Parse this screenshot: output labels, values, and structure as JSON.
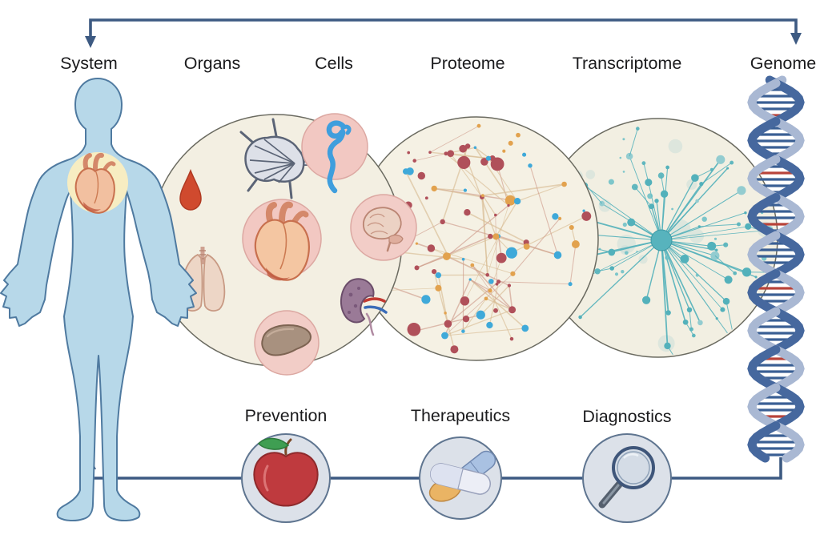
{
  "diagram": {
    "stages": [
      {
        "label": "System"
      },
      {
        "label": "Organs"
      },
      {
        "label": "Cells"
      },
      {
        "label": "Proteome"
      },
      {
        "label": "Transcriptome"
      },
      {
        "label": "Genome"
      }
    ],
    "applications": [
      {
        "label": "Prevention"
      },
      {
        "label": "Therapeutics"
      },
      {
        "label": "Diagnostics"
      }
    ],
    "icons": [
      "human-body-icon",
      "chest-heart-icon",
      "cell-icon",
      "blood-drop-icon",
      "vessel-icon",
      "heart-organ-icon",
      "brain-icon",
      "lungs-icon",
      "kidney-icon",
      "liver-icon",
      "proteome-network-icon",
      "transcriptome-network-icon",
      "dna-helix-icon",
      "apple-icon",
      "pills-icon",
      "magnifying-glass-icon",
      "arrow-icon"
    ],
    "colors": {
      "arrow": "#3d5a82",
      "body_fill": "#b7d8e9",
      "body_stroke": "#4f7aa0",
      "chest_circle": "#f7edc2",
      "organ_circle_fill": "#f3efe2",
      "inner_pink_circle": "#f2c8c2",
      "network_red": "#b0505a",
      "network_orange": "#e2a24e",
      "network_blue": "#3fa9d9",
      "network_edge": "#d9bd95",
      "network_teal": "#53b1bb",
      "dna_dark": "#46689e",
      "dna_light": "#a9b8d3",
      "dna_rung": "#3a5f94",
      "dna_rung_red": "#b8433a",
      "bottom_circle_fill": "#dce1e9",
      "bottom_circle_stroke": "#5f7590"
    }
  }
}
